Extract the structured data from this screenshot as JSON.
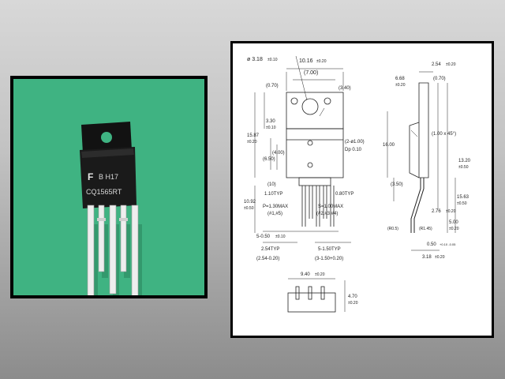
{
  "photo": {
    "brand_mark": "F",
    "lot_code": "B  H17",
    "part_marking": "CQ1565RT"
  },
  "drawing": {
    "dims": {
      "hole_dia": "ø 3.18",
      "hole_dia_tol": "±0.10",
      "width": "10.16",
      "width_tol": "±0.20",
      "width_inner": "(7.00)",
      "top_left_small": "(0.70)",
      "top_right_small": "(3.40)",
      "tab_height": "3.30",
      "tab_height_tol": "±0.10",
      "body_height": "15.87",
      "body_height_tol": "±0.20",
      "mid_a": "(6.50)",
      "mid_b": "(4.00)",
      "chamfer_label": "(2-ø1.00)",
      "depth_label": "Dp 0.10",
      "bottom_body": "(10)",
      "typ_110": "1.10TYP",
      "typ_080": "0.80TYP",
      "p_label": "P=1.30MAX",
      "p_sub": "(#1,#5)",
      "s_label": "S=1.00MAX",
      "s_sub": "(#2,#3,#4)",
      "lead_len": "10.92",
      "lead_len_tol": "±0.50",
      "lead_w": "5-0.50",
      "lead_w_tol": "±0.10",
      "pitch": "2.54TYP",
      "pitch_sub": "(2.54-0.20)",
      "pitch2": "5-1.50TYP",
      "pitch2_sub": "(3-1.50+0.20)",
      "side_thk": "2.54",
      "side_thk_tol": "±0.20",
      "side_top": "6.68",
      "side_top_tol": "±0.20",
      "side_top_inner": "(0.70)",
      "side_angle": "(1.00 x 45°)",
      "side_h16": "16.00",
      "side_1320": "13.20",
      "side_1320_tol": "±0.50",
      "side_350": "(3.50)",
      "side_1563": "15.63",
      "side_1563_tol": "±0.50",
      "side_276": "2.76",
      "side_276_tol": "±0.20",
      "side_500": "5.00",
      "side_500_tol": "±0.20",
      "side_r": "(R0.5)",
      "side_r2": "(R1.45)",
      "side_050": "0.50",
      "side_050_tol": "+0.10 -0.05",
      "side_318": "3.18",
      "side_318_tol": "±0.20",
      "bottom_w": "9.40",
      "bottom_w_tol": "±0.20",
      "bottom_h": "4.70",
      "bottom_h_tol": "±0.20"
    }
  }
}
